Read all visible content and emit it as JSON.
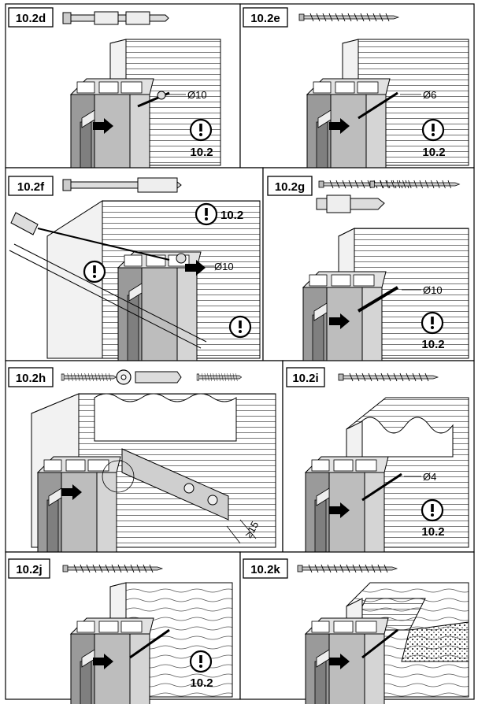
{
  "panels": [
    {
      "id": "10.2d",
      "label": "10.2d",
      "diameter": "Ø10",
      "note": "10.2"
    },
    {
      "id": "10.2e",
      "label": "10.2e",
      "diameter": "Ø6",
      "note": "10.2"
    },
    {
      "id": "10.2f",
      "label": "10.2f",
      "diameter": "Ø10",
      "note": "10.2"
    },
    {
      "id": "10.2g",
      "label": "10.2g",
      "diameter": "Ø10",
      "note": "10.2"
    },
    {
      "id": "10.2h",
      "label": "10.2h",
      "gap": "≥15"
    },
    {
      "id": "10.2i",
      "label": "10.2i",
      "diameter": "Ø4",
      "note": "10.2"
    },
    {
      "id": "10.2j",
      "label": "10.2j",
      "note": "10.2"
    },
    {
      "id": "10.2k",
      "label": "10.2k"
    }
  ],
  "colors": {
    "line": "#000000",
    "profile": "#a9a9a9",
    "profile_dark": "#7a7a7a",
    "wall": "#ededed",
    "background": "#ffffff"
  },
  "icons": [
    "caution-icon",
    "insert-arrow-icon",
    "screw-icon",
    "anchor-plug-icon",
    "washer-icon"
  ]
}
